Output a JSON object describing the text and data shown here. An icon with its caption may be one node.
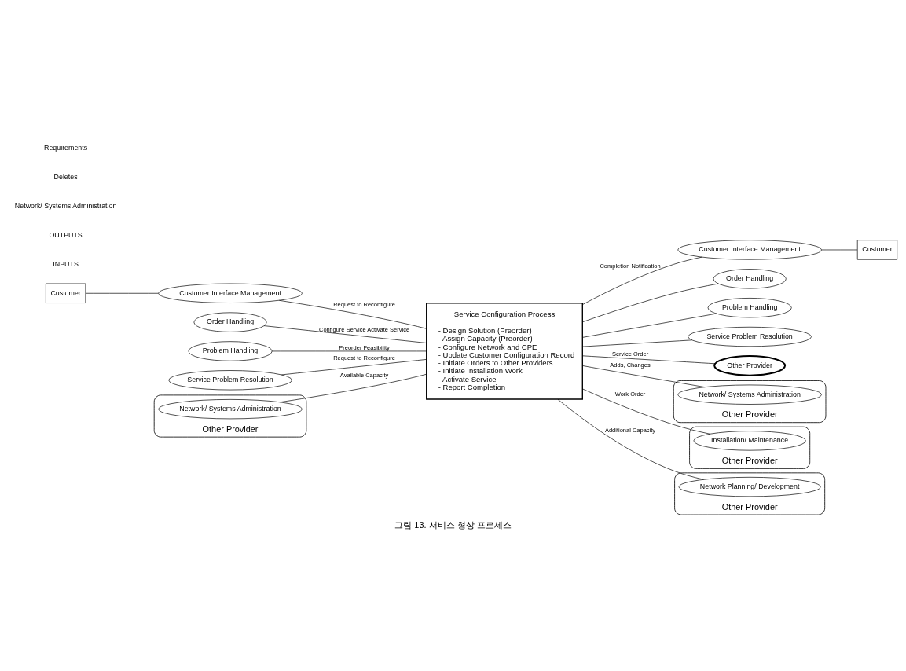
{
  "diagram": {
    "caption": "그림 13. 서비스 형상 프로세스",
    "nodes": [
      {
        "text": [
          "Customer"
        ]
      },
      {
        "text": [
          "Customer Interface Management"
        ]
      },
      {
        "text": [
          "Order Handling"
        ]
      },
      {
        "text": [
          "Problem Handling"
        ]
      },
      {
        "text": [
          "Service Problem Resolution"
        ]
      },
      {
        "text": [
          "Other Provider"
        ]
      },
      {
        "text": [
          "Network/ Systems Administration"
        ],
        "in": 5
      },
      {
        "text": [
          "Service Configuration Process",
          "- Design Solution (Preorder)",
          "- Assign Capacity (Preorder)",
          "- Configure Network and CPE",
          "- Update Customer Configuration Record",
          "- Initiate Orders to Other Providers",
          "- Initiate Installation Work",
          "- Activate Service",
          "- Report Completion"
        ]
      },
      {
        "text": [
          "Customer"
        ]
      },
      {
        "text": [
          "Customer Interface Management"
        ]
      },
      {
        "text": [
          "Order Handling"
        ]
      },
      {
        "text": [
          "Problem Handling"
        ]
      },
      {
        "text": [
          "Service Problem Resolution"
        ]
      },
      {
        "text": [
          "Other Provider"
        ]
      },
      {
        "text": [
          "Other Provider"
        ]
      },
      {
        "text": [
          "Network/ Systems Administration"
        ],
        "in": 14
      },
      {
        "text": [
          "Other Provider"
        ]
      },
      {
        "text": [
          "Installation/ Maintenance"
        ],
        "in": 16
      },
      {
        "text": [
          "Other Provider"
        ]
      },
      {
        "text": [
          "Network Planning/ Development"
        ],
        "in": 18
      }
    ],
    "edges": [
      {
        "from": 0,
        "to": 1,
        "arrow": "none"
      },
      {
        "from": 1,
        "to": 7,
        "arrow": "none",
        "label": "Request to Reconfigure"
      },
      {
        "from": 2,
        "to": 7,
        "arrow": "none",
        "label": "Configure Service Activate Service"
      },
      {
        "from": 3,
        "to": 7,
        "arrow": "none",
        "label": "Preorder Feasibility"
      },
      {
        "from": 4,
        "to": 7,
        "arrow": "none",
        "label": "Request to Reconfigure"
      },
      {
        "from": 6,
        "to": 7,
        "arrow": "none",
        "label": "Available Capacity"
      },
      {
        "from": 7,
        "to": 9,
        "arrow": "none",
        "label": "Completion Notification"
      },
      {
        "from": 7,
        "to": 10,
        "arrow": "none"
      },
      {
        "from": 7,
        "to": 11,
        "arrow": "none"
      },
      {
        "from": 7,
        "to": 12,
        "arrow": "none"
      },
      {
        "from": 9,
        "to": 8,
        "arrow": "none"
      },
      {
        "from": 7,
        "to": 13,
        "arrow": "none",
        "label": "Service Order"
      },
      {
        "from": 7,
        "to": 15,
        "arrow": "none",
        "label": "Adds, Changes"
      },
      {
        "from": 7,
        "to": 17,
        "arrow": "none",
        "label": "Work Order"
      },
      {
        "from": 7,
        "to": 19,
        "arrow": "none",
        "label": "Additional Capacity"
      }
    ],
    "labels": [
      "INPUTS",
      "OUTPUTS",
      "Network/ Systems Administration",
      "Deletes",
      "Requirements"
    ]
  }
}
